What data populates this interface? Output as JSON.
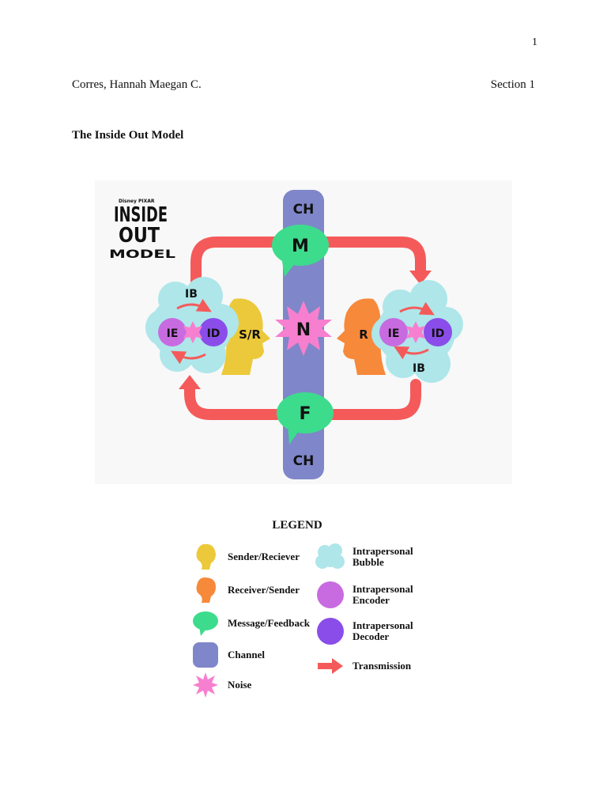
{
  "page": {
    "number": "1",
    "author": "Corres, Hannah Maegan C.",
    "section": "Section 1",
    "title": "The Inside Out Model"
  },
  "diagram": {
    "logo": {
      "brand": "Disney PIXAR",
      "line1": "INSIDE",
      "line2": "OUT",
      "line3": "MODEL"
    },
    "labels": {
      "channel_top": "CH",
      "channel_bottom": "CH",
      "message": "M",
      "noise": "N",
      "feedback": "F",
      "bubble_left": "IB",
      "bubble_right": "IB",
      "encoder_left": "IE",
      "decoder_left": "ID",
      "encoder_right": "IE",
      "decoder_right": "ID",
      "sender_receiver": "S/R",
      "receiver": "R"
    },
    "colors": {
      "channel": "#7f86c9",
      "message": "#3ddc8c",
      "noise": "#f77fcf",
      "arrow": "#f55a5a",
      "bubble": "#aee6ea",
      "encoder": "#c86be0",
      "decoder": "#8a4dea",
      "sender": "#ecc93a",
      "receiver_head": "#f7893b"
    }
  },
  "legend": {
    "title": "LEGEND",
    "items": [
      {
        "label": "Sender/Reciever",
        "icon": "yellow-head-icon"
      },
      {
        "label": "Receiver/Sender",
        "icon": "orange-head-icon"
      },
      {
        "label": "Message/Feedback",
        "icon": "speech-bubble-icon"
      },
      {
        "label": "Channel",
        "icon": "channel-square-icon"
      },
      {
        "label": "Noise",
        "icon": "noise-burst-icon"
      },
      {
        "label": "Intrapersonal\nBubble",
        "icon": "cloud-icon"
      },
      {
        "label": "Intrapersonal\nEncoder",
        "icon": "encoder-circle-icon"
      },
      {
        "label": "Intrapersonal\nDecoder",
        "icon": "decoder-circle-icon"
      },
      {
        "label": "Transmission",
        "icon": "arrow-right-icon"
      }
    ]
  }
}
